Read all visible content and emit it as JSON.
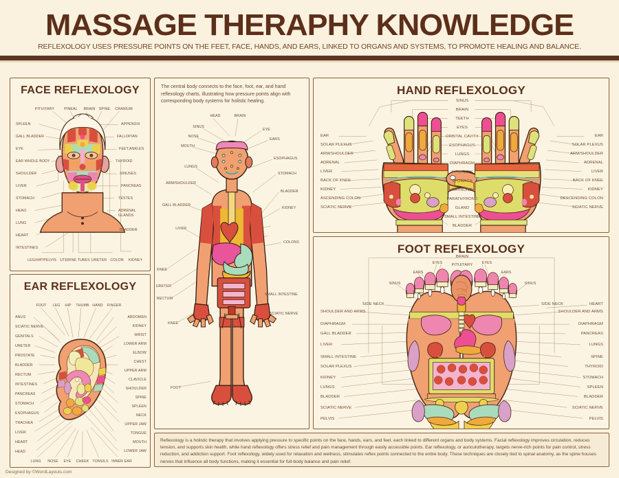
{
  "header": {
    "title": "MASSAGE THERAPHY KNOWLEDGE",
    "subtitle": "REFLEXOLOGY USES PRESSURE POINTS ON THE FEET, FACE, HANDS, AND EARS, LINKED TO ORGANS AND SYSTEMS, TO PROMOTE HEALING AND BALANCE."
  },
  "face": {
    "title": "FACE REFLEXOLOGY",
    "top_labels": [
      "PITUITARY",
      "PINEAL",
      "BRAIN",
      "SPINE",
      "CRANIUM"
    ],
    "left_labels": [
      "SPLEEN",
      "GALL BLADDER",
      "EYE",
      "EAR WHOLE BODY",
      "SHOULDER",
      "LIVER",
      "STOMACH",
      "HEAD",
      "LUNG",
      "HEART",
      "INTESTINES"
    ],
    "right_labels": [
      "APPENDIX",
      "FALLOPIAN",
      "FEET,ANKLES",
      "THYROID",
      "SINUSES",
      "PANCREAS",
      "TESTES",
      "ADRENAL GLANDS",
      "BLADDER"
    ],
    "bottom_labels": [
      "LEG/HIP/PELVIS",
      "UTERINE TUBES",
      "URETER",
      "COLON",
      "KIDNEY"
    ]
  },
  "ear": {
    "title": "EAR REFLEXOLOGY",
    "top_labels": [
      "FOOT",
      "LEG",
      "HIP",
      "THUMB",
      "HAND",
      "FINGER"
    ],
    "left_labels": [
      "ANUS",
      "SCIATIC NERVE",
      "GENITALS",
      "URETER",
      "PROSTATE",
      "BLADDER",
      "RECTUM",
      "INTESTINES",
      "PANCREAS",
      "STOMACH",
      "ESOPHAGUS",
      "TRACHEA",
      "LIVER",
      "HEART",
      "HEAD"
    ],
    "right_labels": [
      "ABDOMEN",
      "KIDNEY",
      "WRIST",
      "LOWER ARM",
      "ELBOW",
      "CHEST",
      "UPPER ARM",
      "CLAVICLE",
      "SHOULDER",
      "SPINE",
      "SPLEEN",
      "NECK",
      "UPPER JAW",
      "TONGUE",
      "MOUTH",
      "LOWER JAW"
    ],
    "bottom_labels": [
      "LUNG",
      "NOSE",
      "EYE",
      "CHEEK",
      "TONSILS",
      "INNER EAR"
    ]
  },
  "body": {
    "description": "The central body connects to the face, foot, ear, and hand reflexology charts, illustrating how pressure points align with corresponding body systems for holistic healing.",
    "left_labels": [
      "SINUS",
      "NOSE",
      "MOUTH",
      "LUNGS",
      "ARM/SHOULDER",
      "GALL BLADDER",
      "LIVER",
      "KNEE",
      "URETER",
      "RECTUM",
      "KNEE",
      "FOOT"
    ],
    "top_labels": [
      "HEAD",
      "BRAIN"
    ],
    "right_labels": [
      "EYE",
      "EARS",
      "ESOPHAGUS",
      "STOMACH",
      "BLADDER",
      "KIDNEY",
      "COLONS",
      "SMALL INTESTINE",
      "SCIATIC NERVE"
    ]
  },
  "hand": {
    "title": "HAND REFLEXOLOGY",
    "center_labels": [
      "SINUS",
      "BRAIN",
      "TEETH",
      "EYES",
      "ORBITAL CAVITY",
      "ESOPHAGUS",
      "LUNGS",
      "DIAPHRAGM",
      "PITUITARY",
      "STOMACH",
      "THYROND",
      "PARATHYROND",
      "GLAND",
      "SMALL INTESTINE",
      "BLADDER"
    ],
    "left_labels": [
      "EAR",
      "SOLAR PLEXUS",
      "ARM/SHOULDER",
      "ADRENAL",
      "LIVER",
      "BACK OF KNEE",
      "KIDNEY",
      "ASCENDING COLON",
      "SCIATIC NERVE"
    ],
    "right_labels": [
      "EAR",
      "SOLAR PLEXUS",
      "ARM/SHOULDER",
      "ADRENAL",
      "LIVER",
      "BACK OF KNEE",
      "KIDNEY",
      "DESCENDING COLON",
      "SCIATIC NERVE"
    ]
  },
  "foot": {
    "title": "FOOT REFLEXOLOGY",
    "top_labels": [
      "BRAIN",
      "PITUITARY",
      "EYES",
      "EYES",
      "EARS",
      "EARS",
      "SINUS",
      "SINUS"
    ],
    "left_labels": [
      "SIDE NECK",
      "SHOULDER AND ARMS",
      "DIAPHRAGM",
      "GALL BLADDER",
      "LIVER",
      "SMALL INTESTINE",
      "SOLAR PLEXUS",
      "KIDNEY",
      "LUNGS",
      "BLADDER",
      "SCIATIC NERVE",
      "PELVIS"
    ],
    "right_labels": [
      "SIDE NECK",
      "HEART",
      "SHOULDER AND ARMS",
      "DIAPHRAGM",
      "PANCREAS",
      "LUNGS",
      "SPINE",
      "THYROID",
      "STOMACH",
      "SPLEEN",
      "BLADDER",
      "SCIATIC NERVE",
      "PELVIS"
    ]
  },
  "summary": {
    "text": "Reflexology is a holistic therapy that involves applying pressure to specific points on the face, hands, ears, and feet, each linked to different organs and body systems. Facial reflexology improves circulation, reduces tension, and supports skin health, while hand reflexology offers stress relief and pain management through easily accessible points. Ear reflexology, or auriculotherapy, targets nerve-rich points for pain control, stress reduction, and addiction support. Foot reflexology, widely used for relaxation and wellness, stimulates reflex points connected to the entire body. These techniques are closely tied to spinal anatomy, as the spine houses nerves that influence all body functions, making it essential for full-body balance and pain relief."
  },
  "credit": {
    "text": "Designed by ©WordLayouts.com"
  },
  "colors": {
    "background": "#faf2de",
    "panel_bg": "#fbf4e2",
    "title_brown": "#5c2f1b",
    "rule_brown": "#5c3523",
    "border_brown": "#8d5f3d",
    "label_brown": "#6d4a32",
    "skin": "#f0a071",
    "red": "#d94f3d",
    "yellow": "#edd14e",
    "pink": "#ee4f93",
    "green": "#a9dcbc",
    "olive": "#d5d864",
    "orange": "#f0a93c"
  }
}
